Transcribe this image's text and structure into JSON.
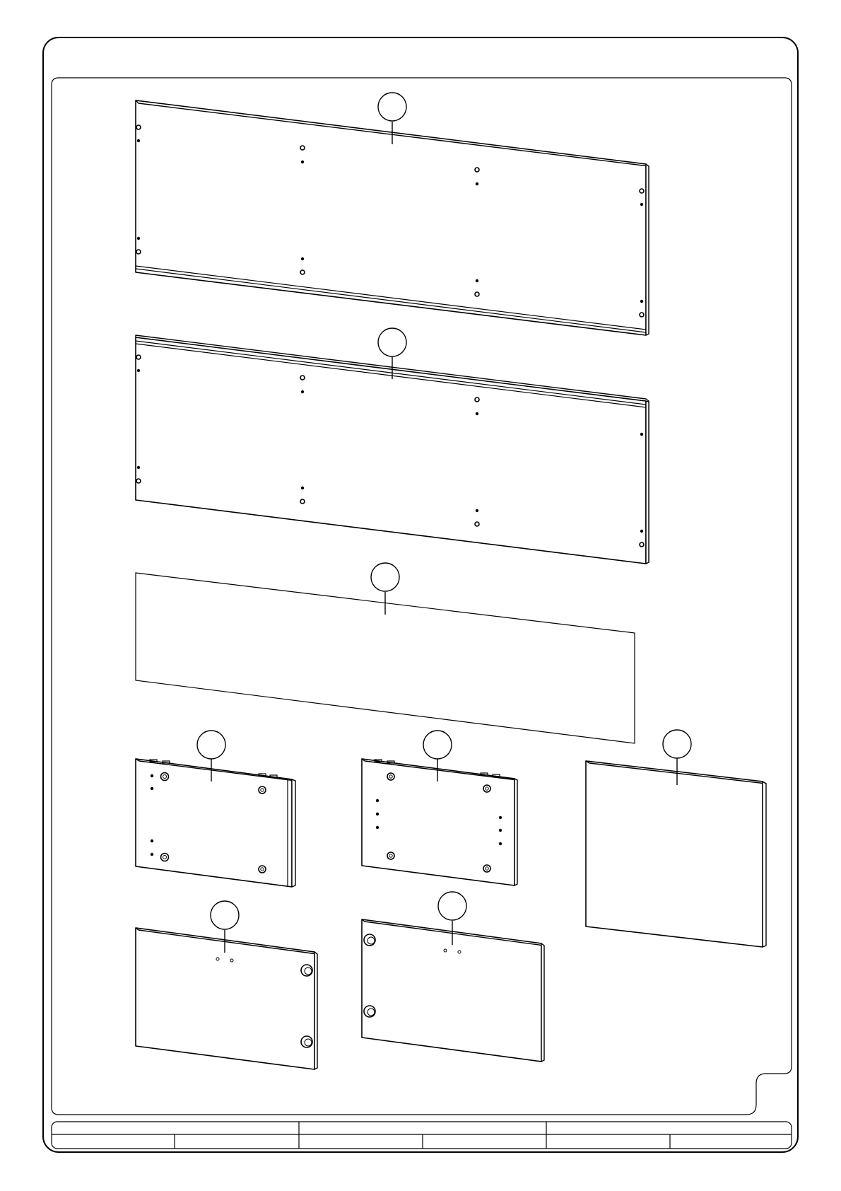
{
  "page": {
    "kind": "assembly-instructions-parts-sheet",
    "background": "#ffffff",
    "line_color": "#000000"
  },
  "parts": [
    {
      "id": "part-1",
      "label": ""
    },
    {
      "id": "part-2",
      "label": ""
    },
    {
      "id": "part-3",
      "label": ""
    },
    {
      "id": "part-4",
      "label": ""
    },
    {
      "id": "part-5",
      "label": ""
    },
    {
      "id": "part-6",
      "label": ""
    },
    {
      "id": "part-7",
      "label": ""
    },
    {
      "id": "part-8",
      "label": ""
    }
  ],
  "title_block": {
    "cells": [
      "",
      "",
      "",
      "",
      "",
      "",
      "",
      "",
      ""
    ]
  }
}
